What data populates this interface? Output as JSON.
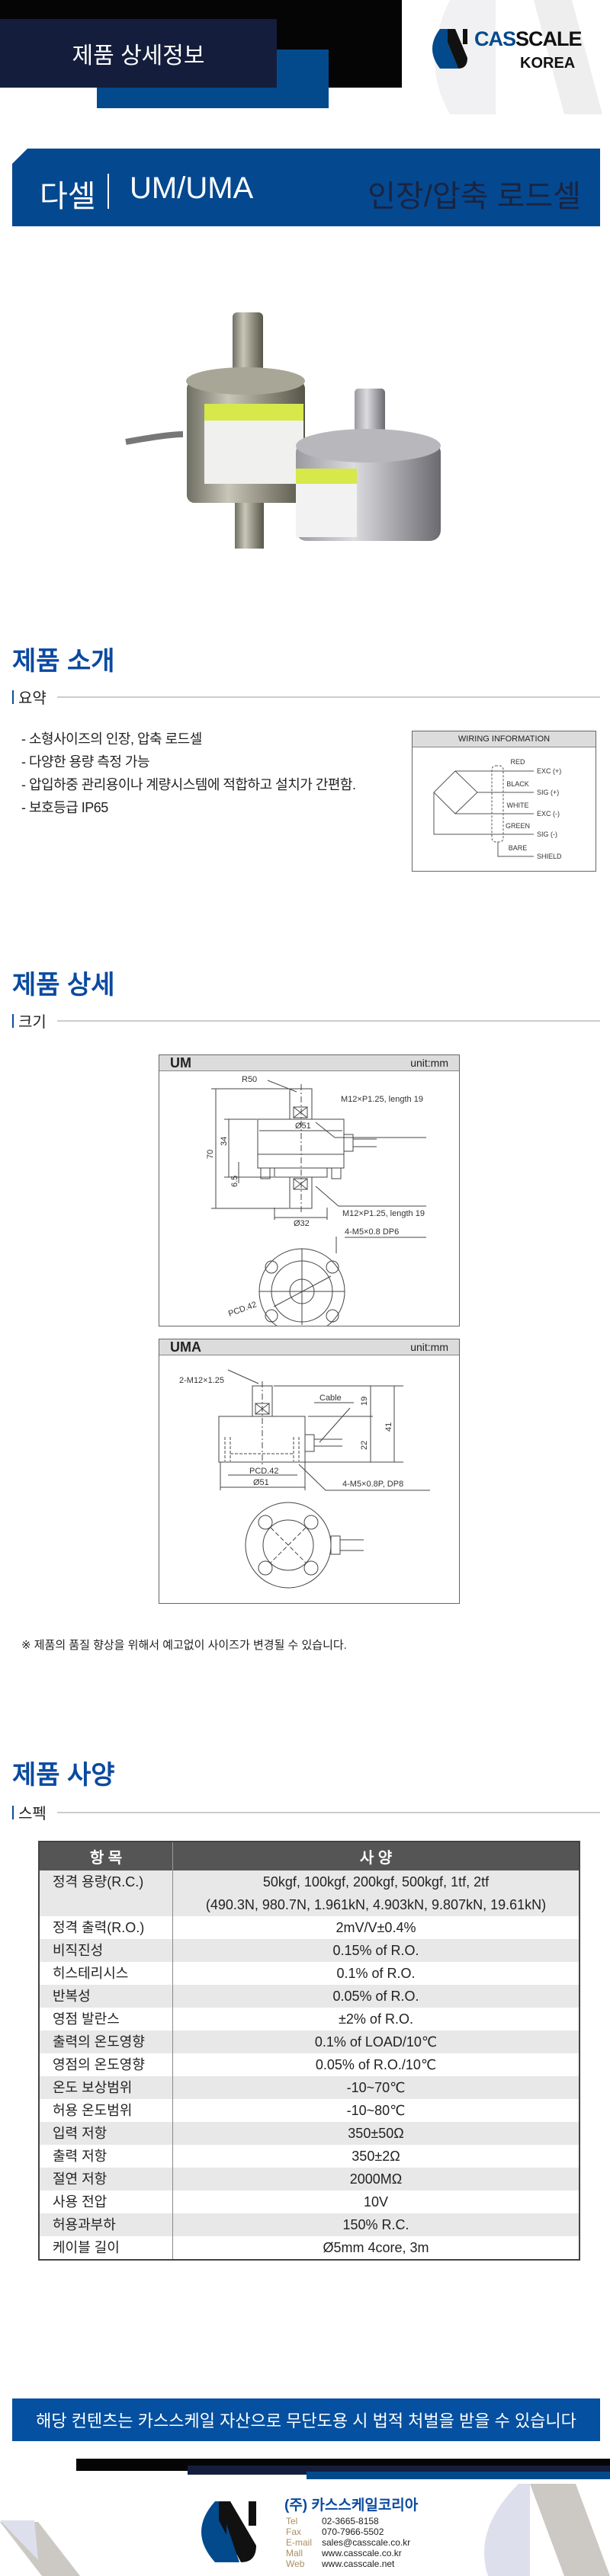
{
  "header": {
    "title": "제품 상세정보",
    "brand_cas": "CAS",
    "brand_scale": "SCALE",
    "brand_sub": "KOREA"
  },
  "titlebar": {
    "brand": "다셀",
    "model": "UM/UMA",
    "type": "인장/압축 로드셀"
  },
  "intro": {
    "title": "제품 소개",
    "subtitle": "요약",
    "bullets": [
      "- 소형사이즈의 인장, 압축 로드셀",
      "- 다양한 용량 측정 가능",
      "- 압입하중 관리용이나 계량시스템에 적합하고 설치가 간편함.",
      "- 보호등급 IP65"
    ],
    "wiring": {
      "title": "WIRING INFORMATION",
      "wires": [
        {
          "color": "RED",
          "signal": "EXC (+)"
        },
        {
          "color": "BLACK",
          "signal": "SIG (+)"
        },
        {
          "color": "WHITE",
          "signal": "EXC (-)"
        },
        {
          "color": "GREEN",
          "signal": "SIG (-)"
        },
        {
          "color": "BARE",
          "signal": "SHIELD"
        }
      ]
    }
  },
  "detail": {
    "title": "제품 상세",
    "subtitle": "크기",
    "um": {
      "name": "UM",
      "unit": "unit:mm",
      "r50": "R50",
      "thread_top": "M12×P1.25, length 19",
      "thread_bottom": "M12×P1.25, length 19",
      "d51": "Ø51",
      "d32": "Ø32",
      "h70": "70",
      "h34": "34",
      "h65": "6.5",
      "holes": "4-M5×0.8 DP6",
      "pcd": "PCD.42"
    },
    "uma": {
      "name": "UMA",
      "unit": "unit:mm",
      "thread": "2-M12×1.25",
      "cable": "Cable",
      "h19": "19",
      "h22": "22",
      "h41": "41",
      "pcd": "PCD.42",
      "d51": "Ø51",
      "holes": "4-M5×0.8P, DP8"
    },
    "note": "※ 제품의 품질 향상을 위해서 예고없이 사이즈가 변경될 수 있습니다."
  },
  "spec": {
    "title": "제품 사양",
    "subtitle": "스펙",
    "headers": [
      "항 목",
      "사 양"
    ],
    "rows": [
      {
        "k": "정격 용량(R.C.)",
        "v": "50kgf, 100kgf, 200kgf, 500kgf, 1tf, 2tf",
        "v2": "(490.3N, 980.7N, 1.961kN, 4.903kN, 9.807kN, 19.61kN)"
      },
      {
        "k": "정격 출력(R.O.)",
        "v": "2mV/V±0.4%"
      },
      {
        "k": "비직진성",
        "v": "0.15% of R.O."
      },
      {
        "k": "히스테리시스",
        "v": "0.1% of R.O."
      },
      {
        "k": "반복성",
        "v": "0.05% of R.O."
      },
      {
        "k": "영점 발란스",
        "v": "±2% of R.O."
      },
      {
        "k": "출력의 온도영향",
        "v": "0.1% of LOAD/10℃"
      },
      {
        "k": "영점의 온도영향",
        "v": "0.05% of R.O./10℃"
      },
      {
        "k": "온도 보상범위",
        "v": "-10~70℃"
      },
      {
        "k": "허용 온도범위",
        "v": "-10~80℃"
      },
      {
        "k": "입력 저항",
        "v": "350±50Ω"
      },
      {
        "k": "출력 저항",
        "v": "350±2Ω"
      },
      {
        "k": "절연 저항",
        "v": "2000MΩ"
      },
      {
        "k": "사용 전압",
        "v": "10V"
      },
      {
        "k": "허용과부하",
        "v": "150% R.C."
      },
      {
        "k": "케이블 길이",
        "v": "Ø5mm 4core, 3m"
      }
    ]
  },
  "footer": {
    "banner": "해당 컨텐츠는 카스스케일 자산으로 무단도용 시 법적 처벌을 받을 수 있습니다",
    "company": "(주) 카스스케일코리아",
    "contacts": [
      {
        "label": "Tel",
        "value": "02-3665-8158"
      },
      {
        "label": "Fax",
        "value": "070-7966-5502"
      },
      {
        "label": "E-mail",
        "value": "sales@casscale.co.kr"
      },
      {
        "label": "Mall",
        "value": "www.casscale.co.kr"
      },
      {
        "label": "Web",
        "value": "www.casscale.net"
      }
    ]
  }
}
